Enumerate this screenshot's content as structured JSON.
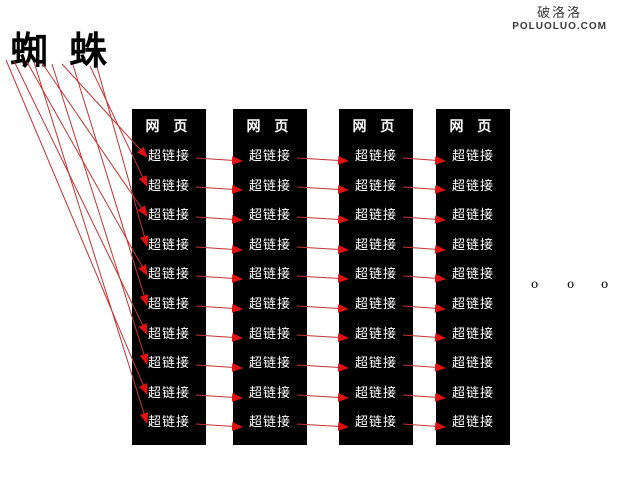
{
  "spider": {
    "label": "蜘 蛛"
  },
  "watermark": {
    "title": "破洛洛",
    "subtitle": "POLUOLUO.COM"
  },
  "diagram": {
    "columns": [
      {
        "header": "网 页",
        "rows": [
          "超链接",
          "超链接",
          "超链接",
          "超链接",
          "超链接",
          "超链接",
          "超链接",
          "超链接",
          "超链接",
          "超链接"
        ]
      },
      {
        "header": "网 页",
        "rows": [
          "超链接",
          "超链接",
          "超链接",
          "超链接",
          "超链接",
          "超链接",
          "超链接",
          "超链接",
          "超链接",
          "超链接"
        ]
      },
      {
        "header": "网 页",
        "rows": [
          "超链接",
          "超链接",
          "超链接",
          "超链接",
          "超链接",
          "超链接",
          "超链接",
          "超链接",
          "超链接",
          "超链接"
        ]
      },
      {
        "header": "网 页",
        "rows": [
          "超链接",
          "超链接",
          "超链接",
          "超链接",
          "超链接",
          "超链接",
          "超链接",
          "超链接",
          "超链接",
          "超链接"
        ]
      }
    ],
    "ellipsis": [
      "o",
      "o",
      "o"
    ],
    "colors": {
      "page_bg": "#ffffff",
      "column_bg": "#000000",
      "column_text": "#ffffff",
      "arrow_line": "#c63333",
      "arrow_head": "#dd1111"
    }
  }
}
